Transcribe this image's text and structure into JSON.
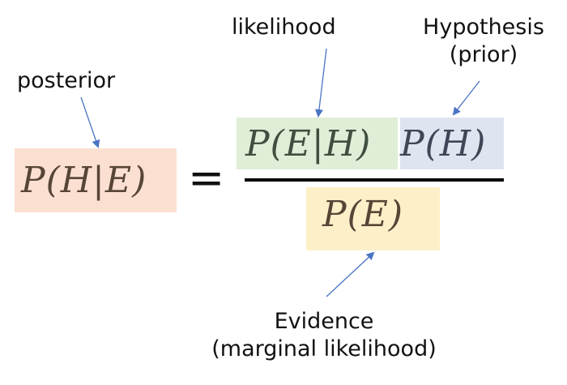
{
  "labels": {
    "posterior": "posterior",
    "likelihood": "likelihood",
    "hypothesis_line1": "Hypothesis",
    "hypothesis_line2": "(prior)",
    "evidence_line1": "Evidence",
    "evidence_line2": "(marginal likelihood)"
  },
  "formula": {
    "posterior": "P(H|E)",
    "equals": "=",
    "likelihood": "P(E|H)",
    "prior": "P(H)",
    "evidence": "P(E)"
  },
  "colors": {
    "posterior_bg": "#fbe0d2",
    "likelihood_bg": "#e0edd7",
    "prior_bg": "#dfe4f1",
    "evidence_bg": "#fdf0c9",
    "arrow": "#4a74c4"
  }
}
